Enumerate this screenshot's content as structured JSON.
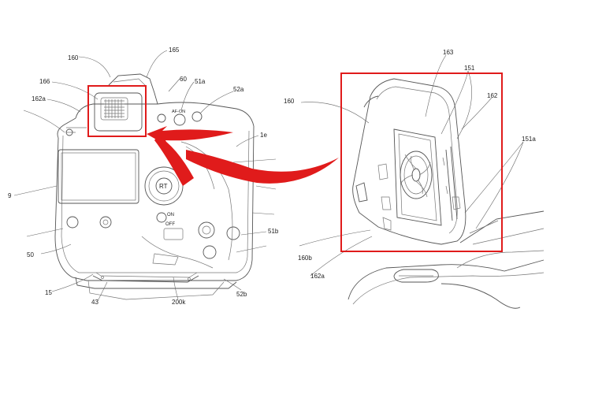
{
  "labels": {
    "l160": "160",
    "l165": "165",
    "l166": "166",
    "l60": "60",
    "l51a": "51a",
    "l52a": "52a",
    "l162a_left": "162a",
    "l1e": "1e",
    "l9": "9",
    "l50": "50",
    "l15": "15",
    "l43": "43",
    "l200k": "200k",
    "l52b": "52b",
    "l51b": "51b",
    "r160": "160",
    "r163": "163",
    "r151": "151",
    "r162": "162",
    "r151a": "151a",
    "r160b": "160b",
    "r162a": "162a"
  },
  "buttons": {
    "rt": "RT",
    "af_on": "AF-ON",
    "on": "ON",
    "off": "OFF"
  },
  "colors": {
    "highlight": "#e01b1b",
    "lineart": "#555555"
  }
}
